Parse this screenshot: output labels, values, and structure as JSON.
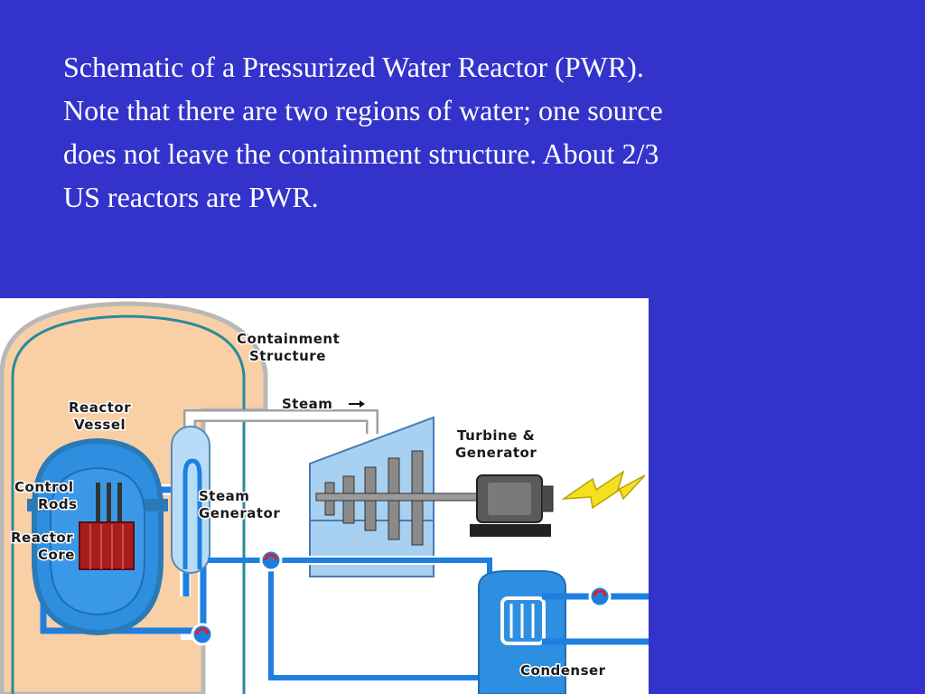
{
  "caption": {
    "lines": [
      "Schematic of a Pressurized Water Reactor (PWR).",
      "Note that there are two regions of water; one source",
      "does not leave the containment structure.  About 2/3",
      "US reactors are PWR."
    ]
  },
  "diagram": {
    "labels": {
      "containment_1": "Containment",
      "containment_2": "Structure",
      "steam": "Steam",
      "reactor_vessel_1": "Reactor",
      "reactor_vessel_2": "Vessel",
      "turbine_1": "Turbine &",
      "turbine_2": "Generator",
      "control_rods_1": "Control",
      "control_rods_2": "Rods",
      "steam_gen_1": "Steam",
      "steam_gen_2": "Generator",
      "reactor_core_1": "Reactor",
      "reactor_core_2": "Core",
      "condenser": "Condenser"
    },
    "colors": {
      "background": "#3333cc",
      "containment_fill": "#f9cfa6",
      "water_blue": "#2e8fe0",
      "pipe_blue": "#1e7fe0",
      "grey_blue": "#a8d0f0",
      "core_red": "#a81e1e",
      "lightning": "#f5e020"
    }
  }
}
